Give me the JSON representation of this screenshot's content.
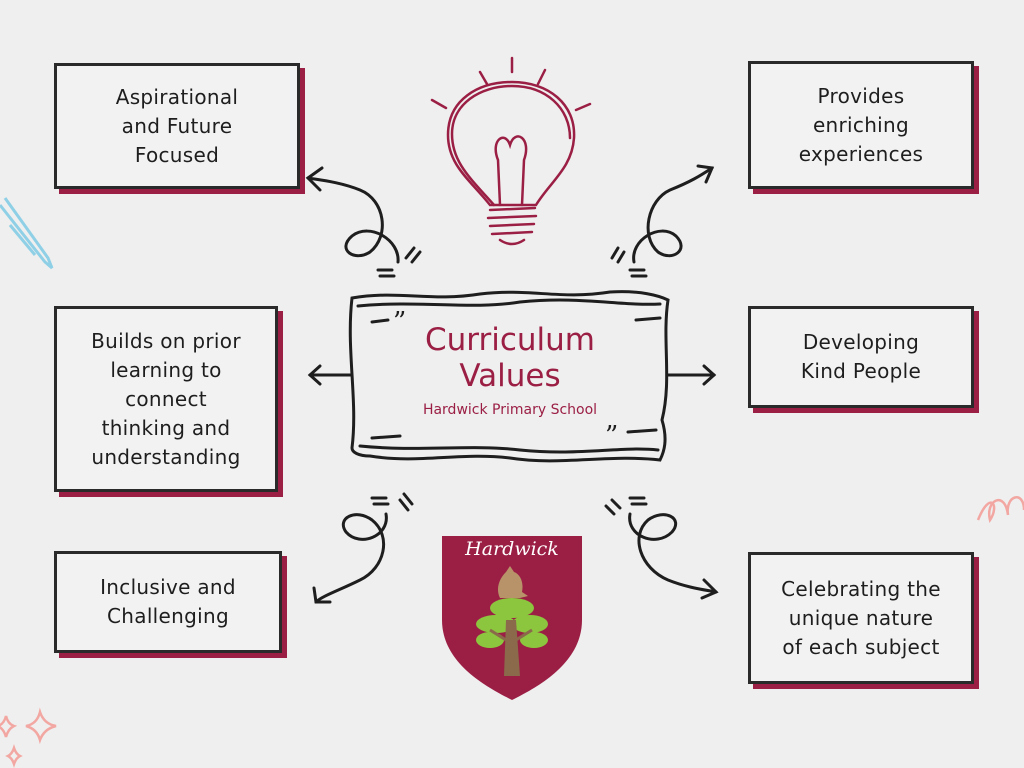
{
  "center": {
    "title": "Curriculum\nValues",
    "subtitle": "Hardwick Primary School"
  },
  "values": [
    "Aspirational\nand Future\nFocused",
    "Provides\nenriching\nexperiences",
    "Builds on prior\nlearning to\nconnect\nthinking and\nunderstanding",
    "Developing\nKind People",
    "Inclusive and\nChallenging",
    "Celebrating the\nunique nature\nof each subject"
  ],
  "crest": {
    "name": "Hardwick"
  },
  "colors": {
    "accent": "#9b1f45",
    "ink": "#2a2a2a",
    "background": "#efefef",
    "crest_green": "#8cc63f"
  }
}
